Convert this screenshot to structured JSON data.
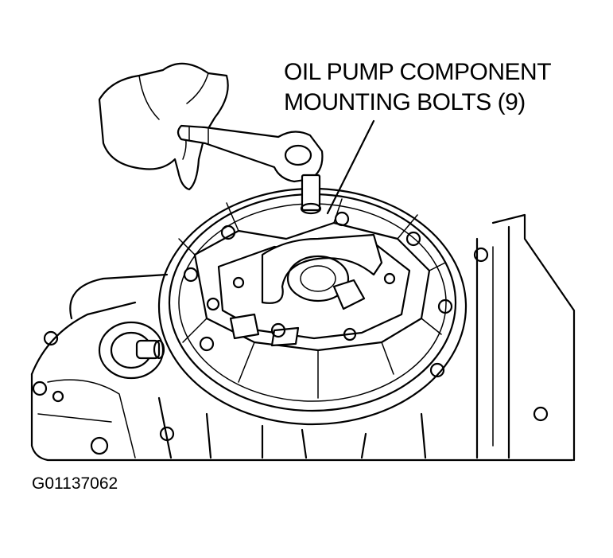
{
  "callout": {
    "line1": "OIL PUMP COMPONENT",
    "line2": "MOUNTING BOLTS (9)"
  },
  "figure_id": "G01137062"
}
